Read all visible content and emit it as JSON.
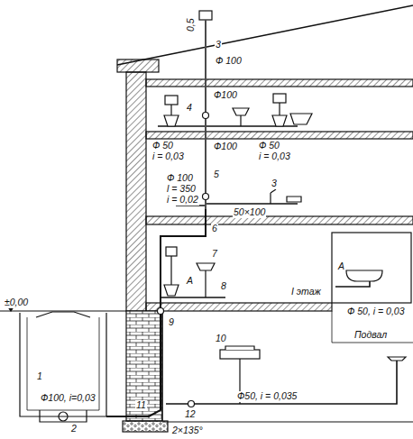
{
  "diagram": {
    "labels": [
      "0,5",
      "3",
      "Ф 100",
      "Ф100",
      "4",
      "Ф 50",
      "i = 0,03",
      "Ф100",
      "Ф 50",
      "i = 0,03",
      "5",
      "Ф 100",
      "l = 350",
      "i = 0,02",
      "3",
      "50×100",
      "6",
      "7",
      "А",
      "8",
      "I этаж",
      "А",
      "Ф 50, i = 0,03",
      "±0,00",
      "9",
      "10",
      "Подвал",
      "Ф100, i=0,03",
      "Ф50, i = 0,035",
      "12",
      "11",
      "2×135°",
      "1",
      "2"
    ]
  }
}
